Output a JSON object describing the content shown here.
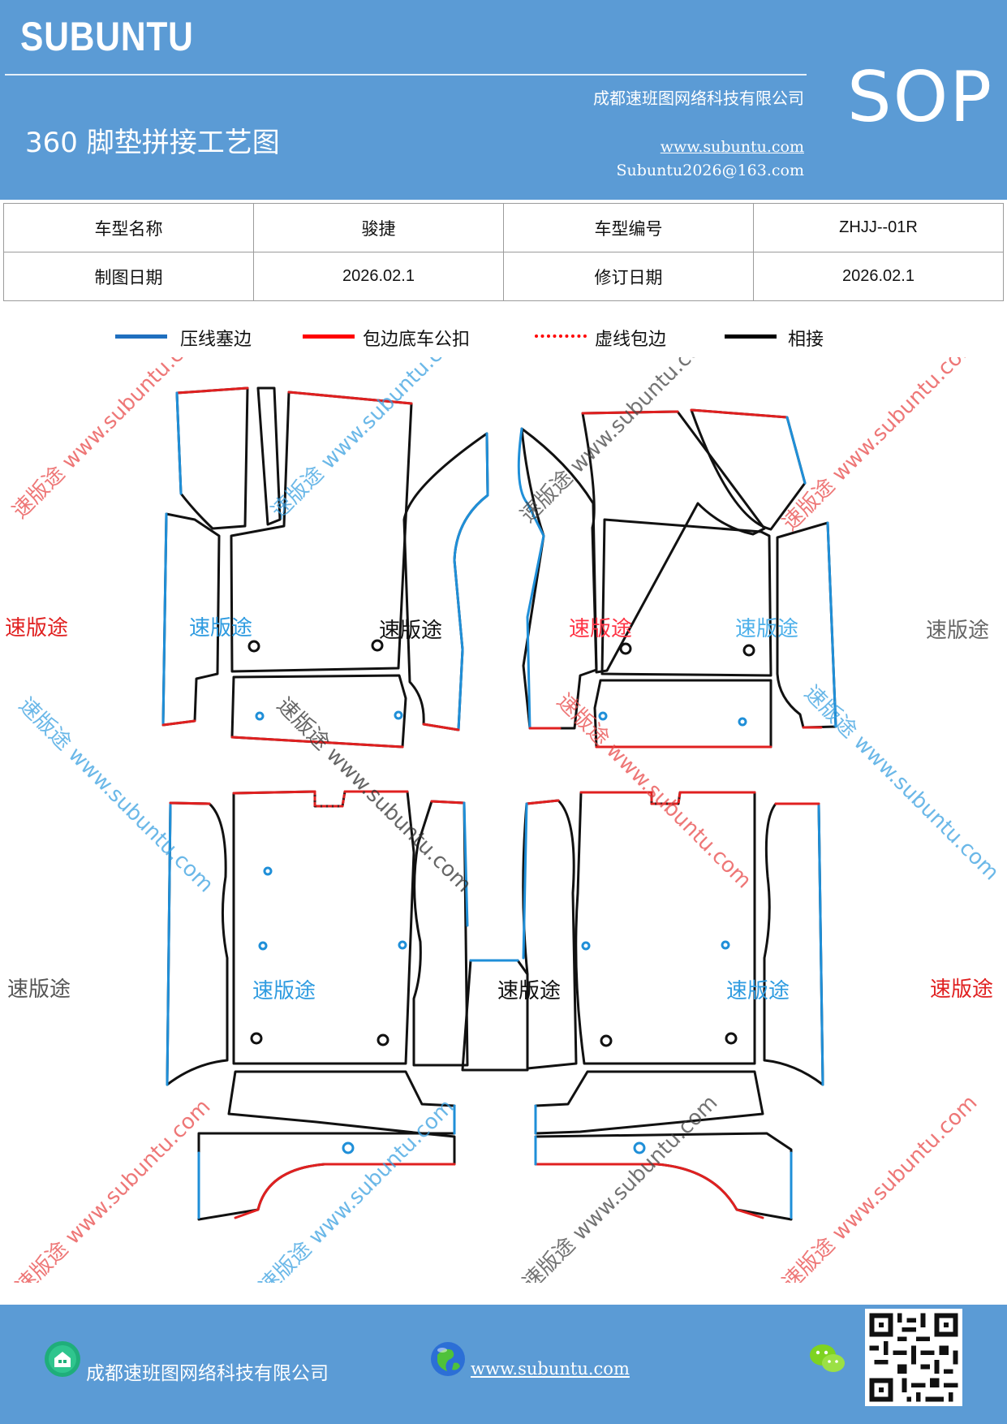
{
  "header": {
    "logo": "SUBUNTU",
    "sop": "SOP",
    "company": "成都速班图网络科技有限公司",
    "title": "360 脚垫拼接工艺图",
    "website": "www.subuntu.com",
    "email": "Subuntu2026@163.com"
  },
  "info_table": {
    "rows": [
      [
        "车型名称",
        "骏捷",
        "车型编号",
        "ZHJJ--01R"
      ],
      [
        "制图日期",
        "2026.02.1",
        "修订日期",
        "2026.02.1"
      ]
    ]
  },
  "legend": [
    {
      "label": "压线塞边",
      "color": "#1f6fbf",
      "style": "solid"
    },
    {
      "label": "包边底车公扣",
      "color": "#ff0000",
      "style": "solid"
    },
    {
      "label": "虚线包边",
      "color": "#ff0000",
      "style": "dotted"
    },
    {
      "label": "相接",
      "color": "#000000",
      "style": "solid"
    }
  ],
  "watermark": {
    "brand": "速版途",
    "url_text": "速版途 www.subuntu.com"
  },
  "colors": {
    "header_bg": "#5b9bd5",
    "blue_edge": "#1f8fd8",
    "red_edge": "#e02020",
    "black_edge": "#111111"
  },
  "footer": {
    "company": "成都速班图网络科技有限公司",
    "website": "www.subuntu.com",
    "icons": [
      "building-icon",
      "globe-icon",
      "wechat-icon",
      "qr-code"
    ]
  }
}
